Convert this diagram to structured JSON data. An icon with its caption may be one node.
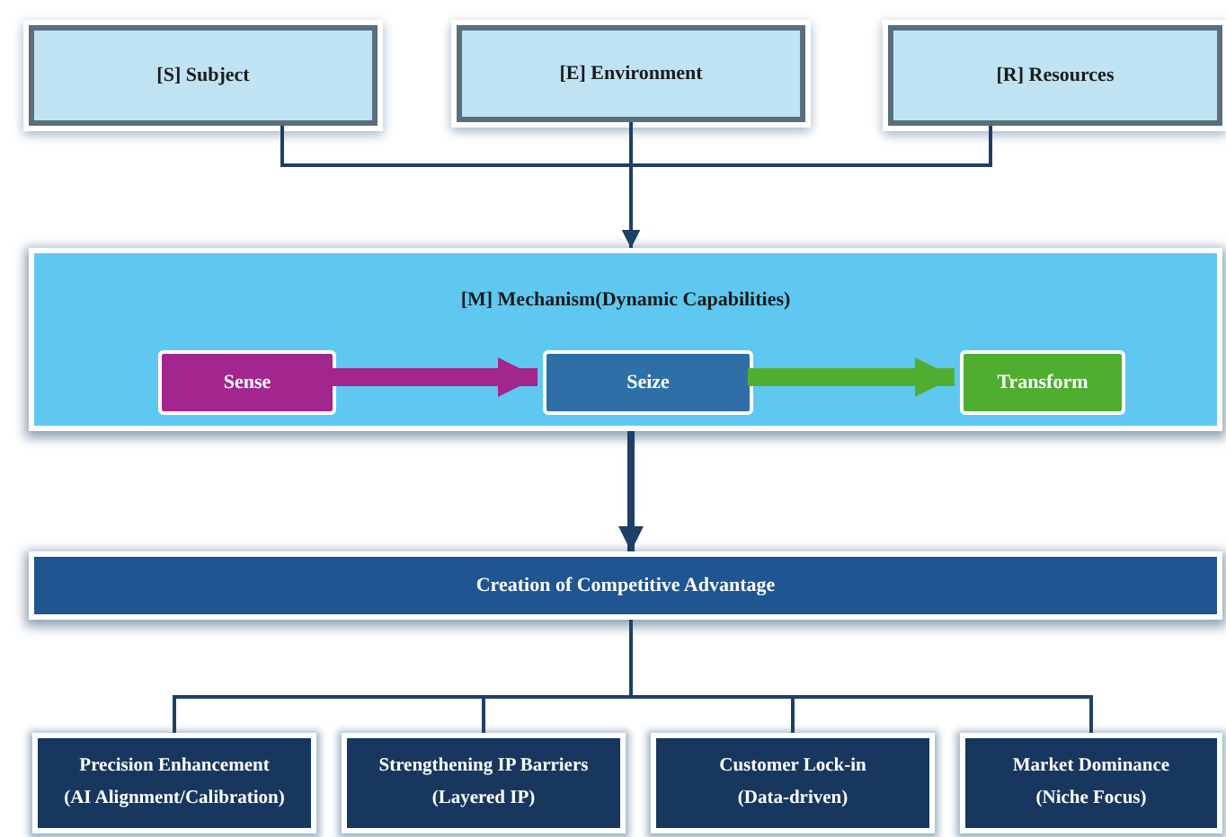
{
  "diagram": {
    "nodes": [
      {
        "text": [
          "[S]  Subject"
        ]
      },
      {
        "text": [
          "[E]  Environment"
        ]
      },
      {
        "text": [
          "[R]  Resources"
        ]
      },
      {
        "text": [
          "[M]  Mechanism(Dynamic Capabilities)"
        ]
      },
      {
        "text": [
          "Sense"
        ],
        "in": 3
      },
      {
        "text": [
          "Seize"
        ],
        "in": 3
      },
      {
        "text": [
          "Transform"
        ],
        "in": 3
      },
      {
        "text": [
          "Creation of Competitive Advantage"
        ]
      },
      {
        "text": [
          "Precision Enhancement",
          "(AI Alignment/Calibration)"
        ]
      },
      {
        "text": [
          "Strengthening IP Barriers",
          "(Layered IP)"
        ]
      },
      {
        "text": [
          "Customer Lock-in",
          "(Data-driven)"
        ]
      },
      {
        "text": [
          "Market Dominance",
          "(Niche Focus)"
        ]
      }
    ],
    "edges": [
      {
        "from": 0,
        "to": 3,
        "arrow": "to"
      },
      {
        "from": 1,
        "to": 3,
        "arrow": "to"
      },
      {
        "from": 2,
        "to": 3,
        "arrow": "to"
      },
      {
        "from": 4,
        "to": 5,
        "arrow": "to",
        "style": "thick",
        "color": "#a3268f"
      },
      {
        "from": 5,
        "to": 6,
        "arrow": "to",
        "style": "thick",
        "color": "#4fae30"
      },
      {
        "from": 3,
        "to": 7,
        "arrow": "to",
        "style": "thick"
      },
      {
        "from": 7,
        "to": 8,
        "arrow": "none"
      },
      {
        "from": 7,
        "to": 9,
        "arrow": "none"
      },
      {
        "from": 7,
        "to": 10,
        "arrow": "none"
      },
      {
        "from": 7,
        "to": 11,
        "arrow": "none"
      }
    ]
  }
}
